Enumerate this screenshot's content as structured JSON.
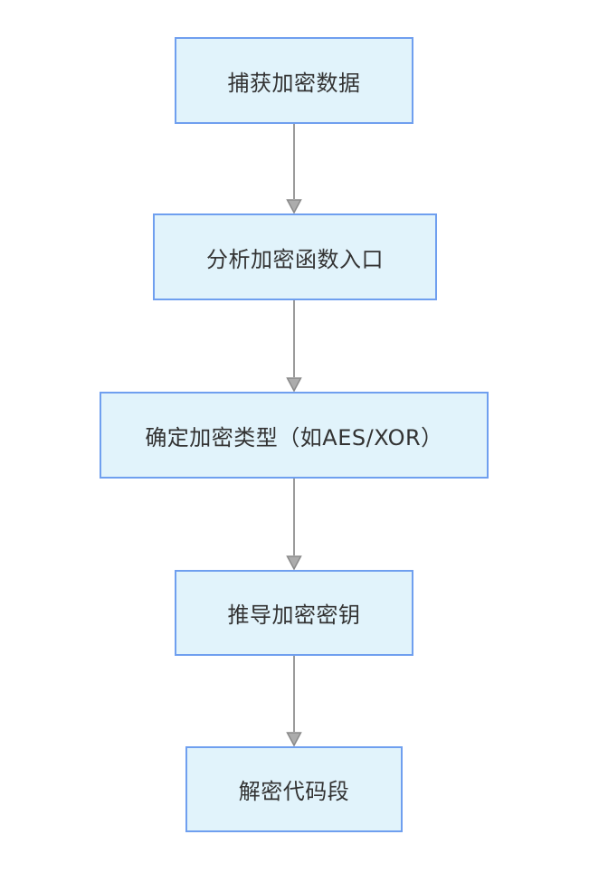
{
  "diagram": {
    "type": "flowchart",
    "direction": "top-down",
    "colors": {
      "canvas_bg": "#ffffff",
      "node_fill": "#e1f3fb",
      "node_border": "#6f9fef",
      "text_color": "#333333",
      "arrow_line": "#9b9b9b",
      "arrowhead_fill": "#acacac",
      "arrowhead_stroke": "#8a8a8a"
    },
    "nodes": [
      {
        "id": "capture-encrypted-data",
        "label": "捕获加密数据"
      },
      {
        "id": "analyze-function-entry",
        "label": "分析加密函数入口"
      },
      {
        "id": "determine-encryption-type",
        "label": "确定加密类型（如AES/XOR）"
      },
      {
        "id": "derive-encryption-key",
        "label": "推导加密密钥"
      },
      {
        "id": "decrypt-code-segment",
        "label": "解密代码段"
      }
    ],
    "edges": [
      {
        "from": "capture-encrypted-data",
        "to": "analyze-function-entry"
      },
      {
        "from": "analyze-function-entry",
        "to": "determine-encryption-type"
      },
      {
        "from": "determine-encryption-type",
        "to": "derive-encryption-key"
      },
      {
        "from": "derive-encryption-key",
        "to": "decrypt-code-segment"
      }
    ]
  }
}
